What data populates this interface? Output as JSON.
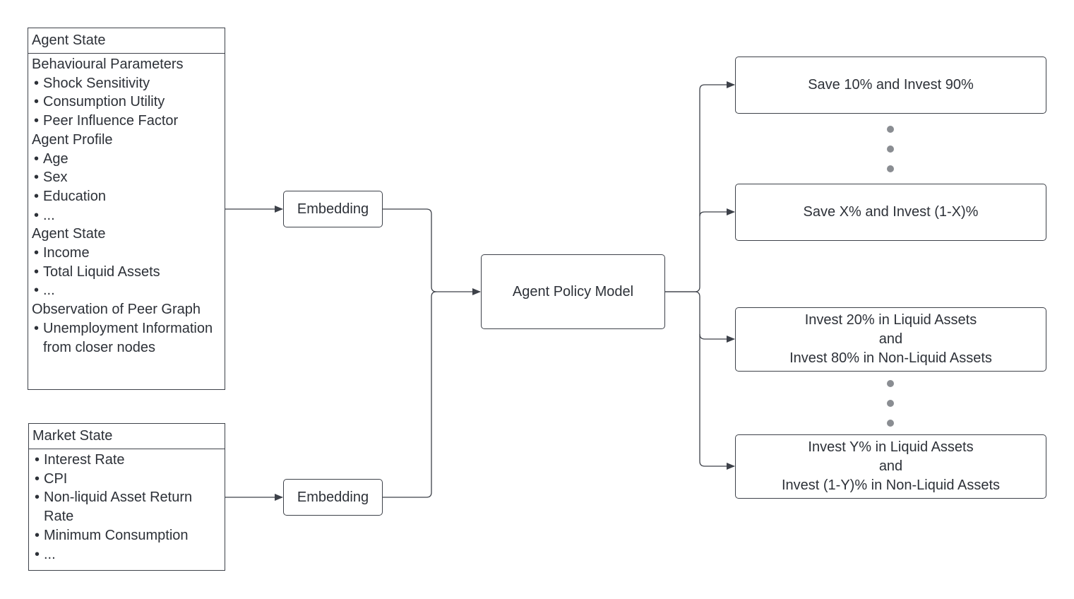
{
  "agent_panel": {
    "header": "Agent State",
    "sections": [
      {
        "title": "Behavioural Parameters",
        "items": [
          "Shock Sensitivity",
          "Consumption Utility",
          "Peer Influence Factor"
        ]
      },
      {
        "title": "Agent Profile",
        "items": [
          "Age",
          "Sex",
          "Education",
          "..."
        ]
      },
      {
        "title": "Agent State",
        "items": [
          "Income",
          "Total Liquid Assets",
          "..."
        ]
      },
      {
        "title": "Observation of Peer Graph",
        "items": [
          "Unemployment Information from closer nodes"
        ]
      }
    ]
  },
  "market_panel": {
    "header": "Market State",
    "items": [
      "Interest Rate",
      "CPI",
      "Non-liquid Asset Return Rate",
      "Minimum Consumption",
      "..."
    ]
  },
  "bullet_char": "•",
  "embedding_top": "Embedding",
  "embedding_bottom": "Embedding",
  "policy_model": "Agent Policy Model",
  "outputs": {
    "o1": [
      "Save 10% and Invest 90%"
    ],
    "o2": [
      "Save X% and Invest (1-X)%"
    ],
    "o3": [
      "Invest 20% in Liquid Assets",
      "and",
      "Invest 80% in Non-Liquid Assets"
    ],
    "o4": [
      "Invest Y% in Liquid Assets",
      "and",
      "Invest (1-Y)% in Non-Liquid Assets"
    ]
  },
  "colors": {
    "line": "#3d4149",
    "text": "#2d3138",
    "ellipsis_dot": "#8a8d92"
  }
}
